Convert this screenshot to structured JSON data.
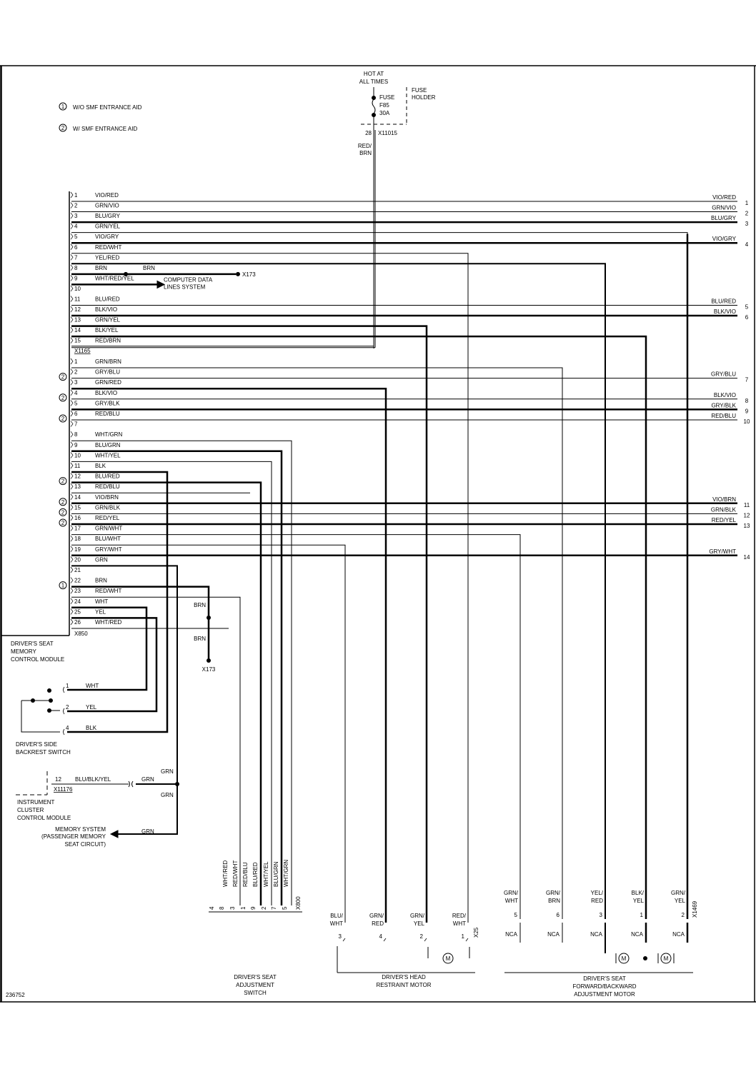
{
  "notes": [
    {
      "marker": "1",
      "text": "W/O SMF ENTRANCE AID"
    },
    {
      "marker": "2",
      "text": "W/ SMF ENTRANCE AID"
    }
  ],
  "power": {
    "hot": [
      "HOT AT",
      "ALL TIMES"
    ],
    "fuse": [
      "FUSE",
      "F85",
      "30A"
    ],
    "fuse_holder": [
      "FUSE",
      "HOLDER"
    ],
    "pin": "28",
    "connector": "X11015",
    "wire": [
      "RED/",
      "BRN"
    ]
  },
  "x1165": {
    "connector": "X1165",
    "pins": [
      {
        "pin": "1",
        "color": "VIO/RED"
      },
      {
        "pin": "2",
        "color": "GRN/VIO"
      },
      {
        "pin": "3",
        "color": "BLU/GRY"
      },
      {
        "pin": "4",
        "color": "GRN/YEL"
      },
      {
        "pin": "5",
        "color": "VIO/GRY"
      },
      {
        "pin": "6",
        "color": "RED/WHT"
      },
      {
        "pin": "7",
        "color": "YEL/RED"
      },
      {
        "pin": "8",
        "color": "BRN"
      },
      {
        "pin": "9",
        "color": "WHT/RED/YEL"
      },
      {
        "pin": "10",
        "color": ""
      },
      {
        "pin": "11",
        "color": "BLU/RED"
      },
      {
        "pin": "12",
        "color": "BLK/VIO"
      },
      {
        "pin": "13",
        "color": "GRN/YEL"
      },
      {
        "pin": "14",
        "color": "BLK/YEL"
      },
      {
        "pin": "15",
        "color": "RED/BRN"
      }
    ],
    "brn_splice_label": "BRN",
    "x173": "X173",
    "computer_data": [
      "COMPUTER DATA",
      "LINES SYSTEM"
    ]
  },
  "x850": {
    "connector": "X850",
    "pins": [
      {
        "pin": "1",
        "color": "GRN/BRN",
        "marker": ""
      },
      {
        "pin": "2",
        "color": "GRY/BLU",
        "marker": "2"
      },
      {
        "pin": "3",
        "color": "GRN/RED",
        "marker": ""
      },
      {
        "pin": "4",
        "color": "BLK/VIO",
        "marker": "2"
      },
      {
        "pin": "5",
        "color": "GRY/BLK",
        "marker": ""
      },
      {
        "pin": "6",
        "color": "RED/BLU",
        "marker": "2"
      },
      {
        "pin": "7",
        "color": "",
        "marker": ""
      },
      {
        "pin": "8",
        "color": "WHT/GRN",
        "marker": ""
      },
      {
        "pin": "9",
        "color": "BLU/GRN",
        "marker": ""
      },
      {
        "pin": "10",
        "color": "WHT/YEL",
        "marker": ""
      },
      {
        "pin": "11",
        "color": "BLK",
        "marker": ""
      },
      {
        "pin": "12",
        "color": "BLU/RED",
        "marker": "2"
      },
      {
        "pin": "13",
        "color": "RED/BLU",
        "marker": ""
      },
      {
        "pin": "14",
        "color": "VIO/BRN",
        "marker": "2"
      },
      {
        "pin": "15",
        "color": "GRN/BLK",
        "marker": "2"
      },
      {
        "pin": "16",
        "color": "RED/YEL",
        "marker": "2"
      },
      {
        "pin": "17",
        "color": "GRN/WHT",
        "marker": ""
      },
      {
        "pin": "18",
        "color": "BLU/WHT",
        "marker": ""
      },
      {
        "pin": "19",
        "color": "GRY/WHT",
        "marker": ""
      },
      {
        "pin": "20",
        "color": "GRN",
        "marker": ""
      },
      {
        "pin": "21",
        "color": "",
        "marker": ""
      },
      {
        "pin": "22",
        "color": "BRN",
        "marker": "1"
      },
      {
        "pin": "23",
        "color": "RED/WHT",
        "marker": ""
      },
      {
        "pin": "24",
        "color": "WHT",
        "marker": ""
      },
      {
        "pin": "25",
        "color": "YEL",
        "marker": ""
      },
      {
        "pin": "26",
        "color": "WHT/RED",
        "marker": ""
      }
    ]
  },
  "module_name": [
    "DRIVER'S SEAT",
    "MEMORY",
    "CONTROL MODULE"
  ],
  "right_outputs": [
    {
      "color": "VIO/RED",
      "num": "1"
    },
    {
      "color": "GRN/VIO",
      "num": "2"
    },
    {
      "color": "BLU/GRY",
      "num": "3"
    },
    {
      "color": "VIO/GRY",
      "num": "4"
    },
    {
      "color": "BLU/RED",
      "num": "5"
    },
    {
      "color": "BLK/VIO",
      "num": "6"
    },
    {
      "color": "GRY/BLU",
      "num": "7"
    },
    {
      "color": "BLK/VIO",
      "num": "8"
    },
    {
      "color": "GRY/BLK",
      "num": "9"
    },
    {
      "color": "RED/BLU",
      "num": "10"
    },
    {
      "color": "VIO/BRN",
      "num": "11"
    },
    {
      "color": "GRN/BLK",
      "num": "12"
    },
    {
      "color": "RED/YEL",
      "num": "13"
    },
    {
      "color": "GRY/WHT",
      "num": "14"
    }
  ],
  "x173_splice": {
    "upper": "BRN",
    "lower": "BRN",
    "connector": "X173"
  },
  "backrest": {
    "pins": [
      {
        "pin": "1",
        "color": "WHT"
      },
      {
        "pin": "2",
        "color": "YEL"
      },
      {
        "pin": "4",
        "color": "BLK"
      }
    ],
    "name": [
      "DRIVER'S SIDE",
      "BACKREST SWITCH"
    ]
  },
  "cluster": {
    "pin": "12",
    "color": "BLU/BLK/YEL",
    "connector": "X11176",
    "grn": [
      "GRN",
      "GRN",
      "GRN",
      "GRN"
    ],
    "name": [
      "INSTRUMENT",
      "CLUSTER",
      "CONTROL MODULE"
    ]
  },
  "memory_system": [
    "MEMORY SYSTEM",
    "(PASSENGER MEMORY",
    "SEAT CIRCUIT)"
  ],
  "seat_switch": {
    "wires": [
      "WHT/RED",
      "RED/WHT",
      "RED/BLU",
      "BLU/RED",
      "WHT/YEL",
      "BLU/GRN",
      "WHT/GRN"
    ],
    "pins": [
      "4",
      "8",
      "3",
      "1",
      "9",
      "2",
      "7",
      "5"
    ],
    "connector": "X800",
    "name": [
      "DRIVER'S SEAT",
      "ADJUSTMENT",
      "SWITCH"
    ]
  },
  "head_motor": {
    "wires": [
      {
        "c1": "BLU/",
        "c2": "WHT",
        "pin": "3"
      },
      {
        "c1": "GRN/",
        "c2": "RED",
        "pin": "4"
      },
      {
        "c1": "GRN/",
        "c2": "YEL",
        "pin": "2"
      },
      {
        "c1": "RED/",
        "c2": "WHT",
        "pin": "1"
      }
    ],
    "connector": "X25",
    "motor": "M",
    "name": [
      "DRIVER'S HEAD",
      "RESTRAINT MOTOR"
    ]
  },
  "seat_motor": {
    "wires": [
      {
        "c1": "GRN/",
        "c2": "WHT",
        "pin": "5",
        "nca": "NCA"
      },
      {
        "c1": "GRN/",
        "c2": "BRN",
        "pin": "6",
        "nca": "NCA"
      },
      {
        "c1": "YEL/",
        "c2": "RED",
        "pin": "3",
        "nca": "NCA"
      },
      {
        "c1": "BLK/",
        "c2": "YEL",
        "pin": "1",
        "nca": "NCA"
      },
      {
        "c1": "GRN/",
        "c2": "YEL",
        "pin": "2",
        "nca": "NCA"
      }
    ],
    "connector": "X1469",
    "motors": [
      "M",
      "M"
    ],
    "name": [
      "DRIVER'S SEAT",
      "FORWARD/BACKWARD",
      "ADJUSTMENT MOTOR"
    ]
  },
  "figure_id": "236752"
}
